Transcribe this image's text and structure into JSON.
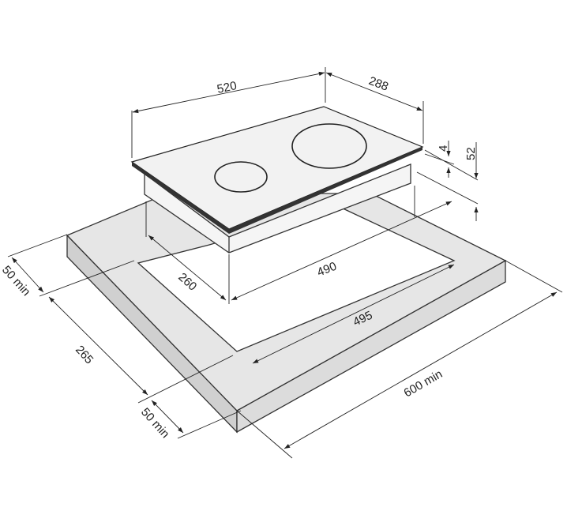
{
  "diagram": {
    "type": "hob installation dimensions",
    "dimensions": {
      "hob_width": "520",
      "hob_depth": "288",
      "glass_thickness": "4",
      "hob_height": "52",
      "cutout_width": "490",
      "cutout_depth": "260",
      "cutout_back_offset": "495",
      "front_distance": "265",
      "side_clearance_left": "50 min",
      "side_clearance_bottom": "50 min",
      "countertop_depth": "600 min"
    },
    "colors": {
      "surface": "#f2f2f2",
      "counter_top": "#e6e6e6",
      "counter_side": "#d0d0d0",
      "line": "#222222"
    }
  }
}
